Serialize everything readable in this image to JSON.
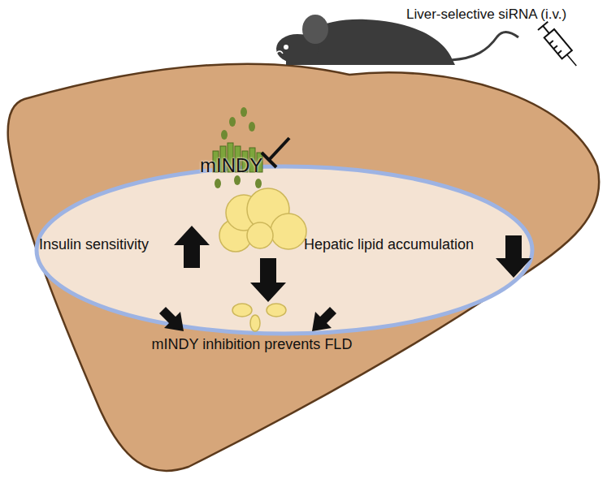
{
  "diagram": {
    "labels": [
      "Liver-selective siRNA (i.v.)",
      "mINDY",
      "Insulin sensitivity",
      "Hepatic lipid accumulation",
      "mINDY inhibition prevents FLD"
    ]
  }
}
